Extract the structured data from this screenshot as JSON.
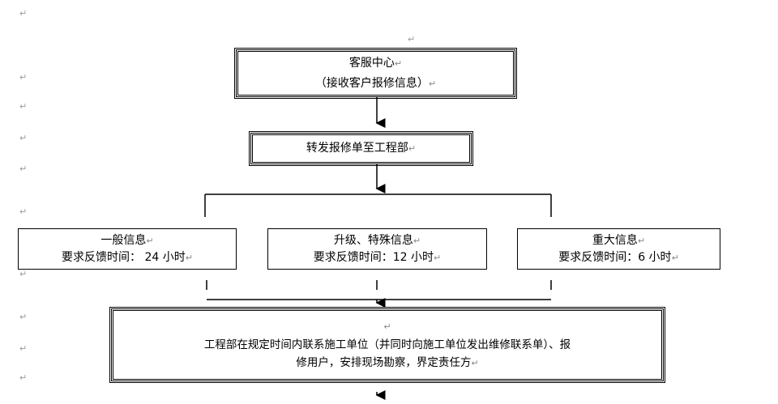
{
  "paragraph_mark": "↵",
  "boxes": {
    "customer_service": {
      "title": "客服中心",
      "subtitle": "（接收客户报修信息）"
    },
    "forward": {
      "title": "转发报修单至工程部"
    },
    "general": {
      "title": "一般信息",
      "feedback": "要求反馈时间： 24 小时"
    },
    "upgrade": {
      "title": "升级、特殊信息",
      "feedback": "要求反馈时间：12 小时"
    },
    "major": {
      "title": "重大信息",
      "feedback": "要求反馈时间：6 小时"
    },
    "engineering": {
      "line1": "工程部在规定时间内联系施工单位（并同时向施工单位发出维修联系单）、报",
      "line2": "修用户，安排现场勘察，界定责任方"
    }
  }
}
